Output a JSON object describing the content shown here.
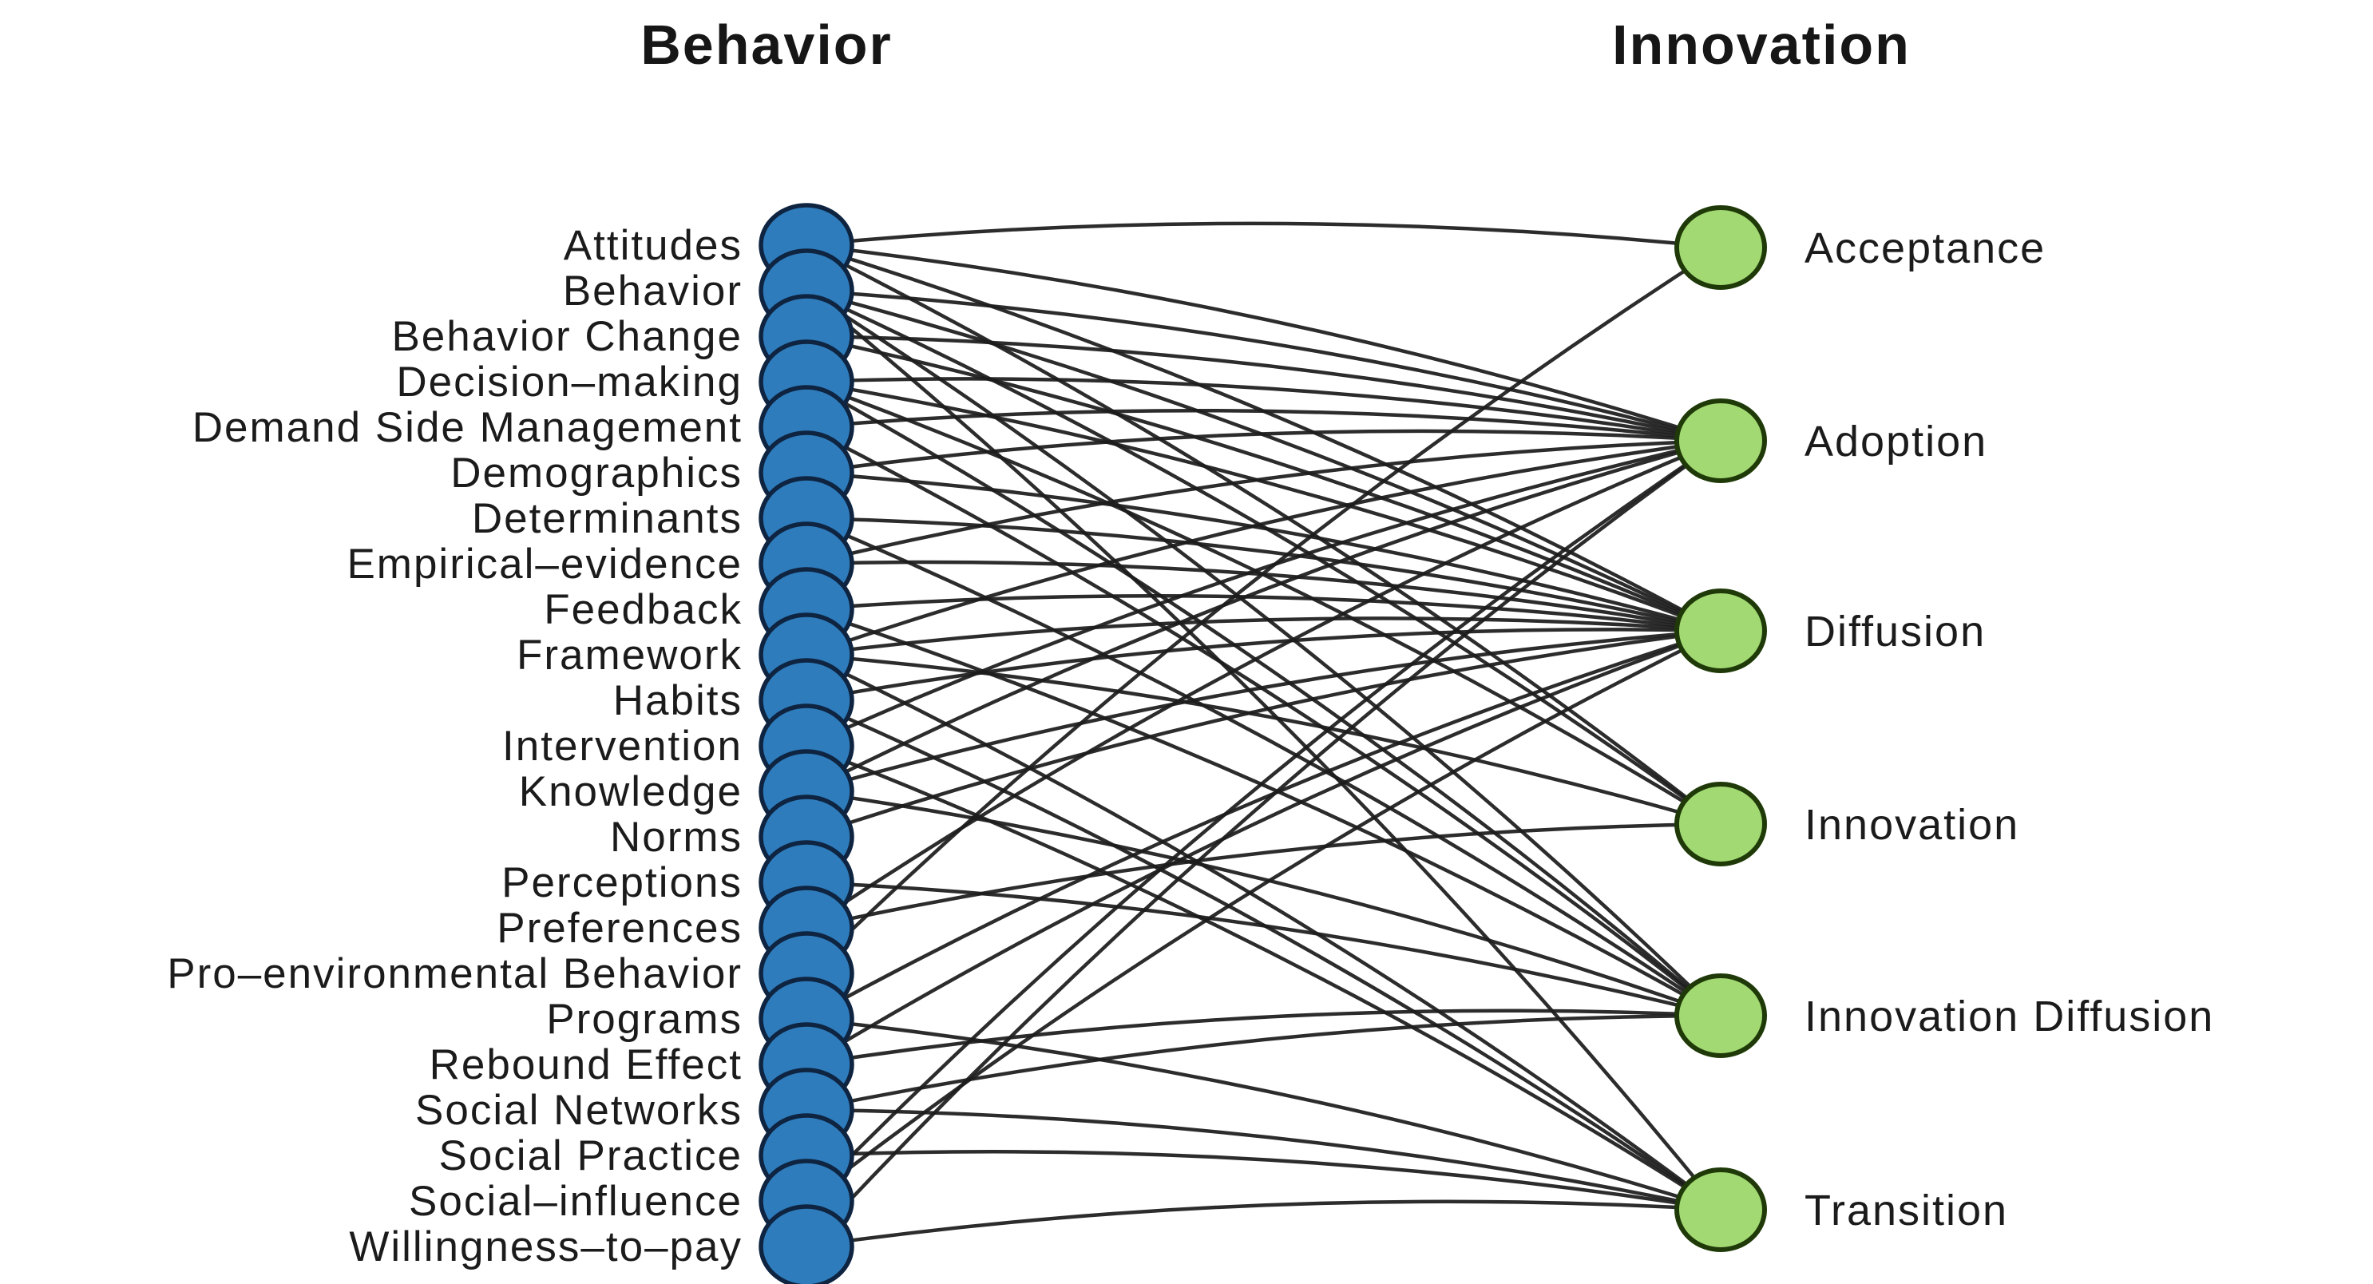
{
  "figure": {
    "background": "#ffffff",
    "edge_color": "#1c1c1c",
    "left_group": {
      "title": "Behavior",
      "node_fill": "#2e7cbc",
      "node_border": "#0e2440",
      "nodes": [
        "Attitudes",
        "Behavior",
        "Behavior Change",
        "Decision–making",
        "Demand Side Management",
        "Demographics",
        "Determinants",
        "Empirical–evidence",
        "Feedback",
        "Framework",
        "Habits",
        "Intervention",
        "Knowledge",
        "Norms",
        "Perceptions",
        "Preferences",
        "Pro–environmental Behavior",
        "Programs",
        "Rebound Effect",
        "Social Networks",
        "Social Practice",
        "Social–influence",
        "Willingness–to–pay"
      ]
    },
    "right_group": {
      "title": "Innovation",
      "node_fill": "#a2d973",
      "node_border": "#1f3a08",
      "nodes": [
        "Acceptance",
        "Adoption",
        "Diffusion",
        "Innovation",
        "Innovation Diffusion",
        "Transition"
      ]
    },
    "edges": [
      [
        "Attitudes",
        "Acceptance"
      ],
      [
        "Pro–environmental Behavior",
        "Acceptance"
      ],
      [
        "Attitudes",
        "Adoption"
      ],
      [
        "Behavior",
        "Adoption"
      ],
      [
        "Behavior Change",
        "Adoption"
      ],
      [
        "Decision–making",
        "Adoption"
      ],
      [
        "Demand Side Management",
        "Adoption"
      ],
      [
        "Demographics",
        "Adoption"
      ],
      [
        "Empirical–evidence",
        "Adoption"
      ],
      [
        "Framework",
        "Adoption"
      ],
      [
        "Intervention",
        "Adoption"
      ],
      [
        "Knowledge",
        "Adoption"
      ],
      [
        "Preferences",
        "Adoption"
      ],
      [
        "Social–influence",
        "Adoption"
      ],
      [
        "Willingness–to–pay",
        "Adoption"
      ],
      [
        "Attitudes",
        "Diffusion"
      ],
      [
        "Behavior",
        "Diffusion"
      ],
      [
        "Behavior Change",
        "Diffusion"
      ],
      [
        "Decision–making",
        "Diffusion"
      ],
      [
        "Demographics",
        "Diffusion"
      ],
      [
        "Determinants",
        "Diffusion"
      ],
      [
        "Empirical–evidence",
        "Diffusion"
      ],
      [
        "Feedback",
        "Diffusion"
      ],
      [
        "Framework",
        "Diffusion"
      ],
      [
        "Habits",
        "Diffusion"
      ],
      [
        "Knowledge",
        "Diffusion"
      ],
      [
        "Norms",
        "Diffusion"
      ],
      [
        "Programs",
        "Diffusion"
      ],
      [
        "Rebound Effect",
        "Diffusion"
      ],
      [
        "Social–influence",
        "Diffusion"
      ],
      [
        "Attitudes",
        "Innovation"
      ],
      [
        "Behavior",
        "Innovation"
      ],
      [
        "Decision–making",
        "Innovation"
      ],
      [
        "Framework",
        "Innovation"
      ],
      [
        "Preferences",
        "Innovation"
      ],
      [
        "Behavior",
        "Innovation Diffusion"
      ],
      [
        "Decision–making",
        "Innovation Diffusion"
      ],
      [
        "Demand Side Management",
        "Innovation Diffusion"
      ],
      [
        "Determinants",
        "Innovation Diffusion"
      ],
      [
        "Feedback",
        "Innovation Diffusion"
      ],
      [
        "Knowledge",
        "Innovation Diffusion"
      ],
      [
        "Perceptions",
        "Innovation Diffusion"
      ],
      [
        "Rebound Effect",
        "Innovation Diffusion"
      ],
      [
        "Social Networks",
        "Innovation Diffusion"
      ],
      [
        "Behavior",
        "Transition"
      ],
      [
        "Framework",
        "Transition"
      ],
      [
        "Habits",
        "Transition"
      ],
      [
        "Intervention",
        "Transition"
      ],
      [
        "Programs",
        "Transition"
      ],
      [
        "Social Practice",
        "Transition"
      ],
      [
        "Social Networks",
        "Transition"
      ],
      [
        "Willingness–to–pay",
        "Transition"
      ]
    ]
  }
}
